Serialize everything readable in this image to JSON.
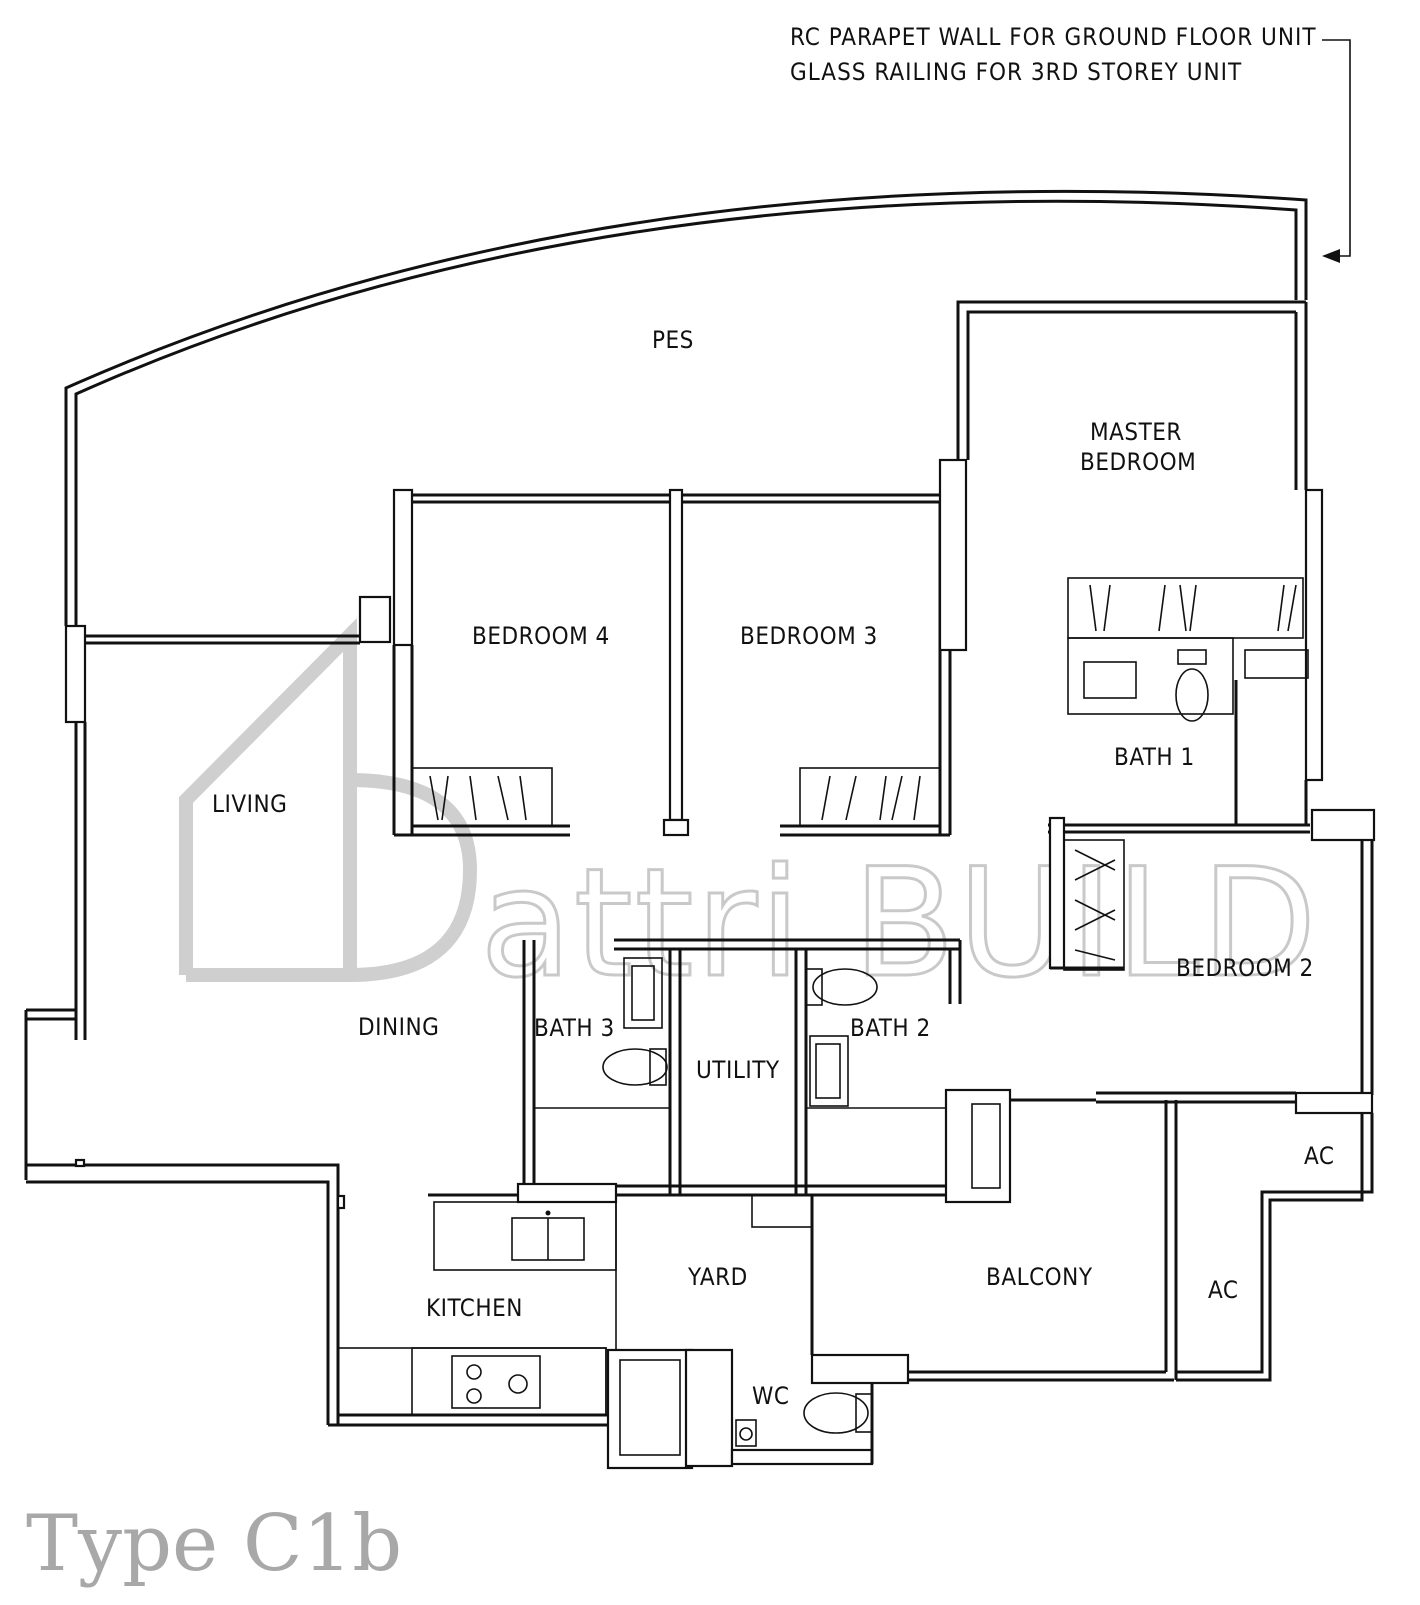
{
  "annotation": {
    "line1": "RC PARAPET WALL FOR GROUND FLOOR UNIT",
    "line2": "GLASS RAILING FOR 3RD STOREY UNIT"
  },
  "rooms": {
    "pes": "PES",
    "master_bedroom_line1": "MASTER",
    "master_bedroom_line2": "BEDROOM",
    "bedroom4": "BEDROOM 4",
    "bedroom3": "BEDROOM 3",
    "bedroom2": "BEDROOM 2",
    "bath1": "BATH 1",
    "bath2": "BATH 2",
    "bath3": "BATH 3",
    "living": "LIVING",
    "dining": "DINING",
    "utility": "UTILITY",
    "kitchen": "KITCHEN",
    "yard": "YARD",
    "balcony": "BALCONY",
    "wc": "WC",
    "ac_upper": "AC",
    "ac_lower": "AC"
  },
  "watermark": {
    "brand_fragment": "attri BUILD"
  },
  "unit_type": "Type C1b"
}
